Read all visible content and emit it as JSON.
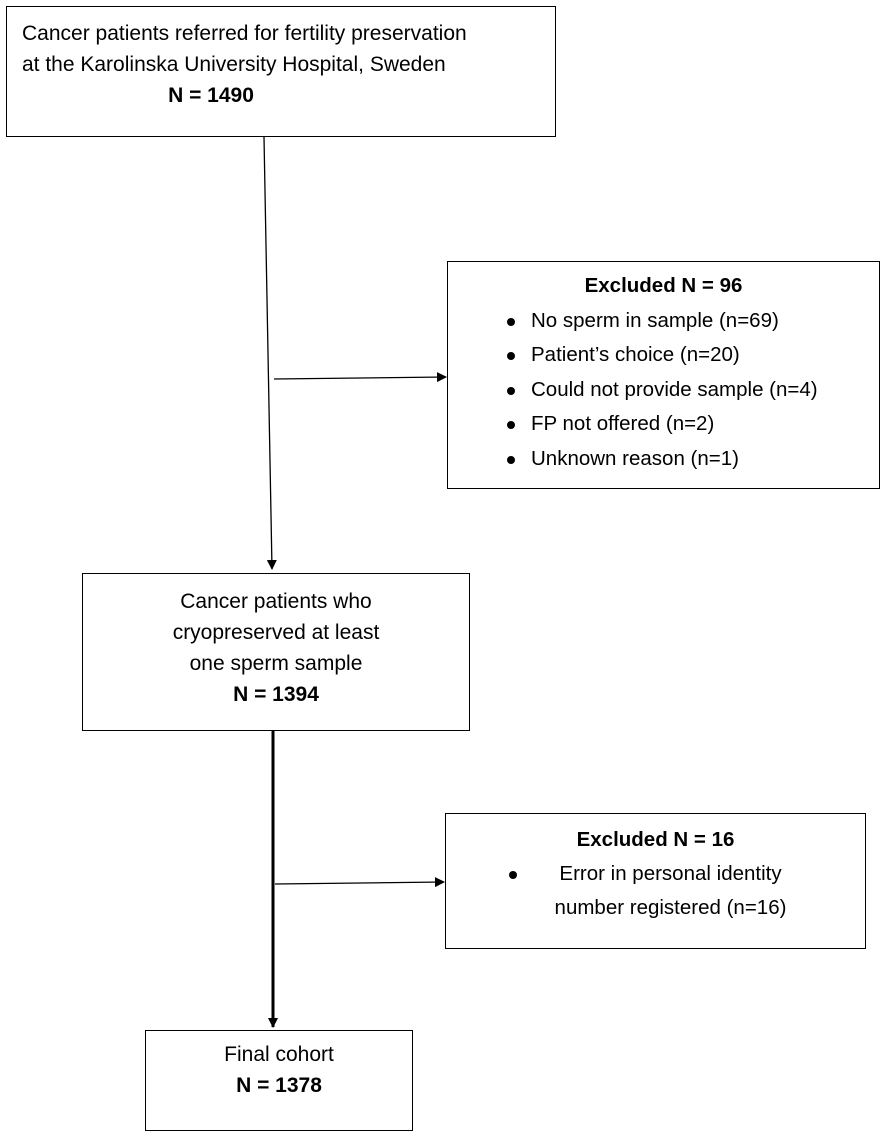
{
  "referred": {
    "line1": "Cancer patients referred for fertility preservation",
    "line2": "at the Karolinska University Hospital, Sweden",
    "count": "N = 1490"
  },
  "excluded_1": {
    "heading": "Excluded N = 96",
    "reasons": [
      "No sperm in sample (n=69)",
      "Patient’s choice (n=20)",
      "Could not provide sample (n=4)",
      "FP not offered (n=2)",
      "Unknown reason (n=1)"
    ]
  },
  "cryopreserved": {
    "line1": "Cancer patients who",
    "line2": "cryopreserved at least",
    "line3": "one sperm sample",
    "count": "N = 1394"
  },
  "excluded_2": {
    "heading": "Excluded N = 16",
    "reason_line1": "Error in personal identity",
    "reason_line2": "number registered (n=16)"
  },
  "final": {
    "label": "Final cohort",
    "count": "N = 1378"
  }
}
